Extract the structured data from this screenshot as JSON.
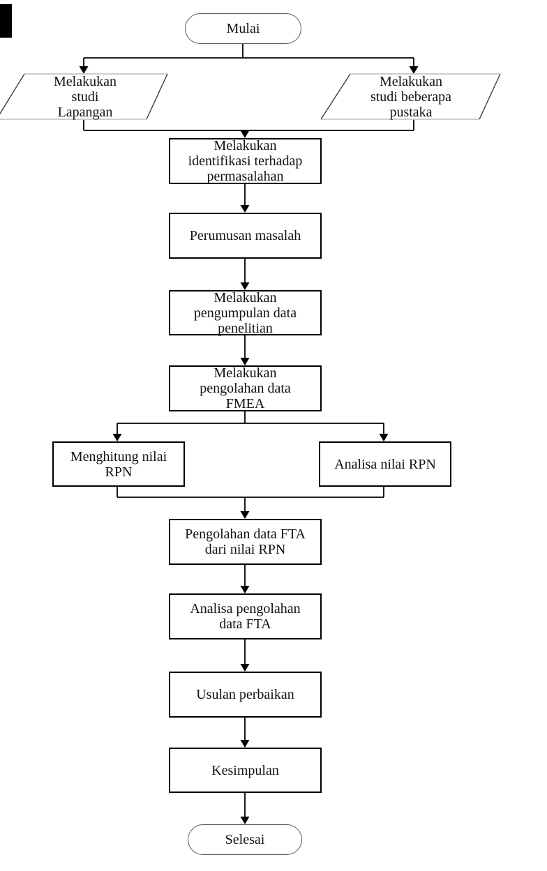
{
  "diagram": {
    "type": "flowchart",
    "language": "Indonesian",
    "nodes": {
      "start": {
        "shape": "terminator",
        "label": "Mulai"
      },
      "field_study": {
        "shape": "parallelogram",
        "label": "Melakukan\nstudi\nLapangan"
      },
      "literature_study": {
        "shape": "parallelogram",
        "label": "Melakukan\nstudi beberapa\npustaka"
      },
      "identification": {
        "shape": "process",
        "label": "Melakukan\nidentifikasi terhadap\npermasalahan"
      },
      "problem_formulation": {
        "shape": "process",
        "label": "Perumusan masalah"
      },
      "data_collection": {
        "shape": "process",
        "label": "Melakukan\npengumpulan data\npenelitian"
      },
      "fmea_processing": {
        "shape": "process",
        "label": "Melakukan\npengolahan data\nFMEA"
      },
      "rpn_calculation": {
        "shape": "process",
        "label": "Menghitung nilai\nRPN"
      },
      "rpn_analysis": {
        "shape": "process",
        "label": "Analisa nilai RPN"
      },
      "fta_processing": {
        "shape": "process",
        "label": "Pengolahan data FTA\ndari nilai RPN"
      },
      "fta_analysis": {
        "shape": "process",
        "label": "Analisa pengolahan\ndata FTA"
      },
      "improvement": {
        "shape": "process",
        "label": "Usulan perbaikan"
      },
      "conclusion": {
        "shape": "process",
        "label": "Kesimpulan"
      },
      "end": {
        "shape": "terminator",
        "label": "Selesai"
      }
    },
    "edges": [
      {
        "from": "start",
        "to": "field_study"
      },
      {
        "from": "start",
        "to": "literature_study"
      },
      {
        "from": "field_study",
        "to": "identification"
      },
      {
        "from": "literature_study",
        "to": "identification"
      },
      {
        "from": "identification",
        "to": "problem_formulation"
      },
      {
        "from": "problem_formulation",
        "to": "data_collection"
      },
      {
        "from": "data_collection",
        "to": "fmea_processing"
      },
      {
        "from": "fmea_processing",
        "to": "rpn_calculation"
      },
      {
        "from": "fmea_processing",
        "to": "rpn_analysis"
      },
      {
        "from": "rpn_calculation",
        "to": "fta_processing"
      },
      {
        "from": "rpn_analysis",
        "to": "fta_processing"
      },
      {
        "from": "fta_processing",
        "to": "fta_analysis"
      },
      {
        "from": "fta_analysis",
        "to": "improvement"
      },
      {
        "from": "improvement",
        "to": "conclusion"
      },
      {
        "from": "conclusion",
        "to": "end"
      }
    ],
    "colors": {
      "background": "#ffffff",
      "line": "#000000",
      "process_border": "#000000",
      "terminator_border": "#5a5a5a",
      "parallelogram_horizontal_edge": "#c8c8c8",
      "parallelogram_slant_edge": "#3d3d3d",
      "text": "#111111"
    }
  }
}
